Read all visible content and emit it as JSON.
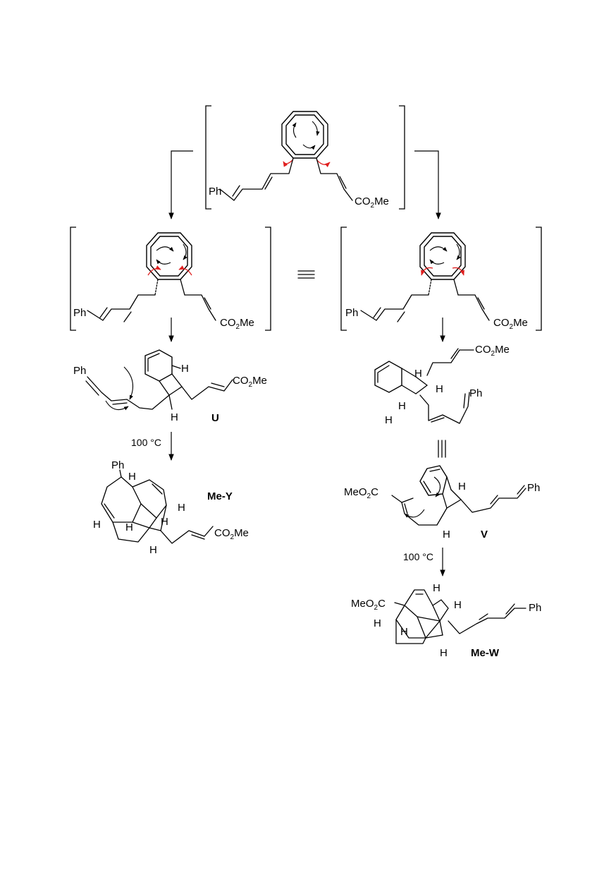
{
  "labels": {
    "ph": "Ph",
    "co2me_co": "CO",
    "co2me_sub": "2",
    "co2me_me": "Me",
    "meo2c_meo": "MeO",
    "meo2c_sub": "2",
    "meo2c_c": "C",
    "h": "H",
    "conditions": "100 °C",
    "compound_u": "U",
    "compound_v": "V",
    "compound_me_y": "Me-Y",
    "compound_me_w": "Me-W"
  },
  "colors": {
    "ink": "#000000",
    "electron_arrow": "#e02020"
  }
}
